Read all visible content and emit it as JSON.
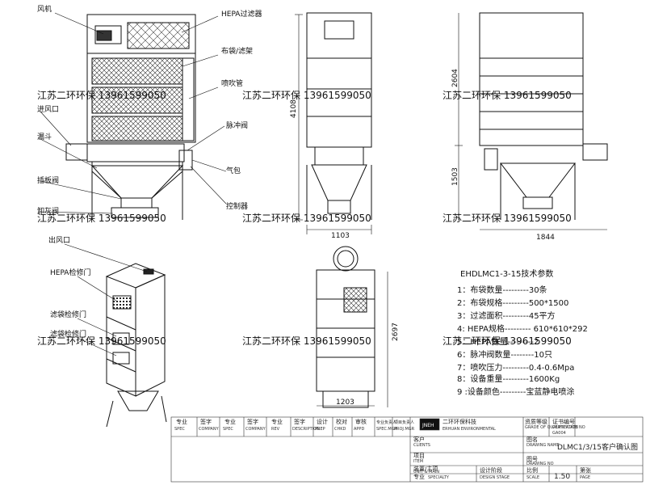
{
  "front_view": {
    "labels": {
      "fan": "风机",
      "hepa": "HEPA过滤器",
      "bag_frame": "布袋/滤架",
      "blow_pipe": "喷吹管",
      "inlet": "进风口",
      "pulse_valve": "脉冲阀",
      "hopper": "漏斗",
      "air_bag": "气包",
      "gate_valve": "插板阀",
      "controller": "控制器",
      "discharger": "卸灰阀"
    },
    "dims": {
      "height": "4108",
      "width": "1103"
    }
  },
  "side_view": {
    "dims": {
      "upper": "2604",
      "lower": "1503",
      "width": "1844"
    }
  },
  "iso_view": {
    "labels": {
      "outlet": "出风口",
      "hepa_door": "HEPA检修门",
      "bag_door_1": "滤袋检修门",
      "bag_door_2": "滤袋检修门"
    }
  },
  "top_view": {
    "dims": {
      "height": "2697",
      "width": "1203"
    }
  },
  "specs": {
    "title": "EHDLMC1-3-15技术参数",
    "items": [
      "1：布袋数量---------30条",
      "2：布袋规格---------500*1500",
      "3：过滤面积---------45平方",
      "4: HEPA规格--------- 610*610*292",
      "5：HEPA数量---------2",
      "6：脉冲阀数量--------10只",
      "7：喷吹压力---------0.4-0.6Mpa",
      "8：设备重量---------1600Kg",
      "9 :设备颜色---------宝蓝静电喷涂"
    ]
  },
  "watermark": "江苏二环环保 13961599050",
  "title_block": {
    "headers": [
      "专业",
      "签字",
      "专业",
      "签字",
      "专业",
      "签字",
      "设计",
      "校对",
      "审核",
      "专业负责人",
      "项目负责人"
    ],
    "headers_en": [
      "SPEC",
      "COMPANY",
      "SPEC",
      "COMPANY",
      "REV",
      "DESCRIPTION",
      "PREP",
      "CHKD",
      "APPD",
      "SPEC.MGR",
      "PROJ.MGR"
    ],
    "company": "二环环保科技",
    "company_en": "ERHUAN ENVIRONMENTAL",
    "logo_text": "JNEH",
    "quality_label": "资质等级",
    "quality_en": "GRADE OF QUALIFICATION",
    "cert_label": "证书编号",
    "cert_en": "CERTIFICATE NO",
    "grade_value": "GA004",
    "client_label": "客户",
    "client_en": "CLIENTS",
    "drawing_name_label": "图名",
    "drawing_name_en": "DRAWING NAME",
    "drawing_name": "DLMC1/3/15客户确认图",
    "proj_label": "项目",
    "proj_en": "ITEM",
    "sub_label": "装置/主项",
    "sub_en": "UNIT & MAIN",
    "dno_label": "图号",
    "dno_en": "DRAWING NO",
    "spec_label": "专业",
    "spec_en": "SPECIALTY",
    "stage_label": "设计阶段",
    "stage_en": "DESIGN STAGE",
    "scale_label": "比例",
    "scale_en": "SCALE",
    "scale_value": "1.50",
    "page_label": "第张",
    "page_en": "PAGE"
  }
}
